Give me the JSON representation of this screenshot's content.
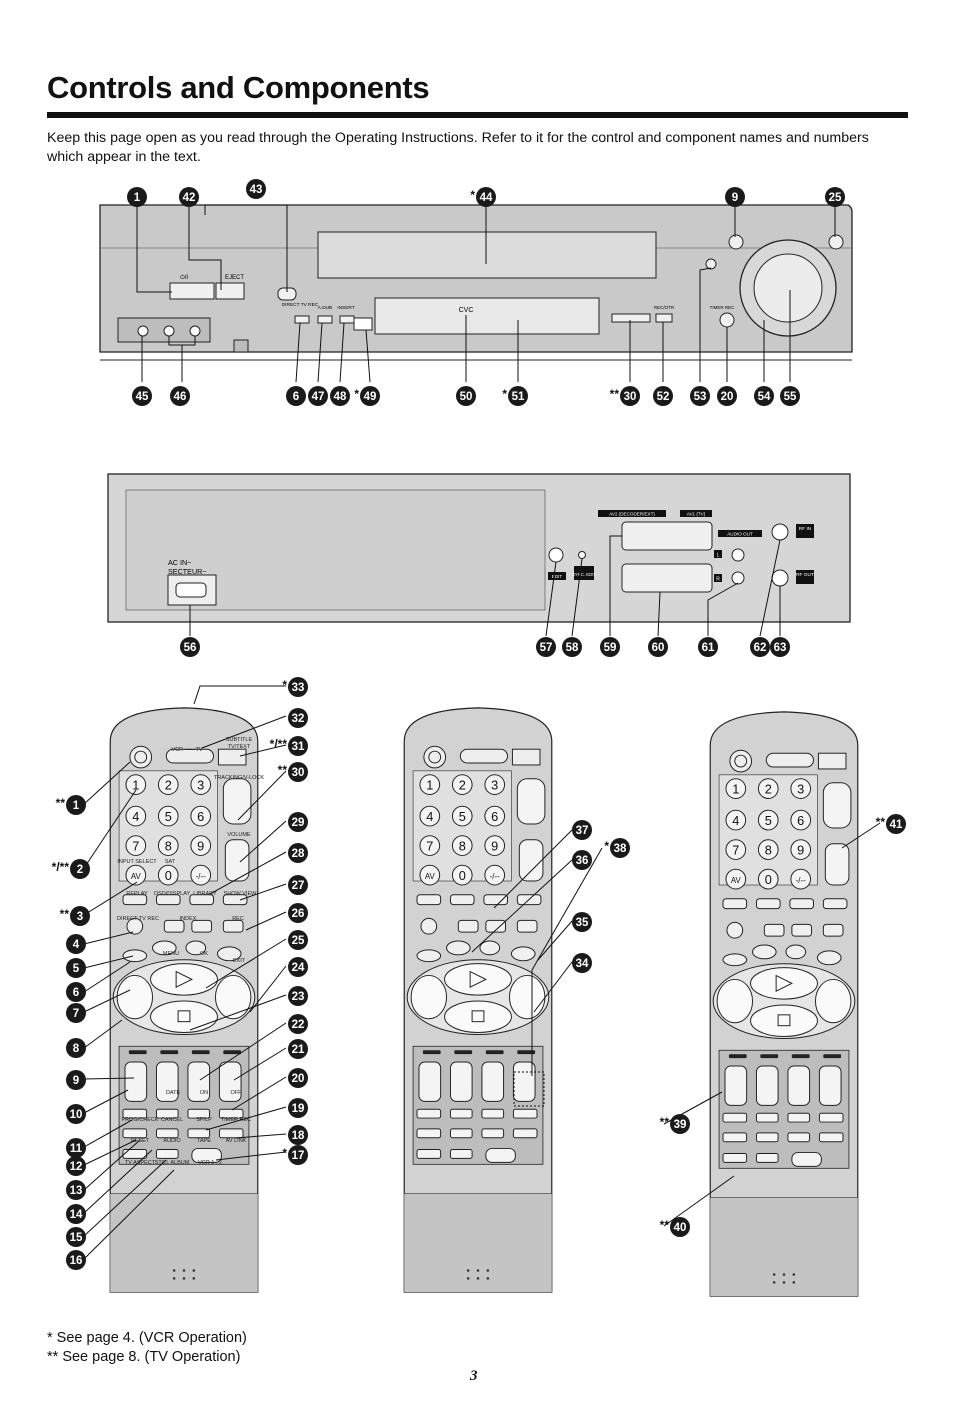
{
  "title": "Controls and Components",
  "intro": "Keep this page open as you read through the Operating Instructions. Refer to it for the control and component names and numbers which appear in the text.",
  "vcr_front": {
    "labels": {
      "eject": "EJECT",
      "direct_tv_rec": "DIRECT TV REC",
      "a_dub": "A.DUB",
      "insert": "INSERT",
      "cvc": "CVC",
      "rec_otr": "REC/OTR",
      "timer_rec": "TIMER REC"
    },
    "callouts": [
      {
        "n": "1",
        "mark": ""
      },
      {
        "n": "42",
        "mark": ""
      },
      {
        "n": "43",
        "mark": ""
      },
      {
        "n": "44",
        "mark": "*"
      },
      {
        "n": "9",
        "mark": ""
      },
      {
        "n": "25",
        "mark": ""
      },
      {
        "n": "45",
        "mark": ""
      },
      {
        "n": "46",
        "mark": ""
      },
      {
        "n": "6",
        "mark": ""
      },
      {
        "n": "47",
        "mark": ""
      },
      {
        "n": "48",
        "mark": ""
      },
      {
        "n": "49",
        "mark": "*"
      },
      {
        "n": "50",
        "mark": ""
      },
      {
        "n": "51",
        "mark": "*"
      },
      {
        "n": "30",
        "mark": "**"
      },
      {
        "n": "52",
        "mark": ""
      },
      {
        "n": "53",
        "mark": ""
      },
      {
        "n": "20",
        "mark": ""
      },
      {
        "n": "54",
        "mark": ""
      },
      {
        "n": "55",
        "mark": ""
      }
    ]
  },
  "vcr_rear": {
    "labels": {
      "ac_in": "AC IN~",
      "secteur": "SECTEUR~",
      "av2": "AV2 (DECODER/EXT)",
      "av1": "AV1 (TV)",
      "audio_out": "AUDIO  OUT",
      "rf_in": "RF IN",
      "rf_out": "RF OUT",
      "edit": "EDIT",
      "sync_edit": "SYNC. EDIT",
      "l": "L",
      "r": "R"
    },
    "callouts": [
      {
        "n": "56"
      },
      {
        "n": "57"
      },
      {
        "n": "58"
      },
      {
        "n": "59"
      },
      {
        "n": "60"
      },
      {
        "n": "61"
      },
      {
        "n": "62"
      },
      {
        "n": "63"
      }
    ]
  },
  "remote": {
    "labels": {
      "vcr_tv": "VCR ——TV",
      "subtitle": "SUBTITLE",
      "tv_text": "TV/TEXT",
      "tracking": "TRACKING/V-LOCK",
      "volume": "VOLUME",
      "input_select": "INPUT SELECT",
      "sat": "SAT",
      "av": "AV",
      "zero": "0",
      "dash": "-/--",
      "replay": "REPLAY",
      "osd": "OSD/DISPLAY",
      "library": "LIBRARY",
      "show_view": "SHOW VIEW",
      "direct_tv_rec": "DIRECT TV REC",
      "index": "INDEX",
      "rec": "REC",
      "menu": "MENU",
      "ok": "OK",
      "exit": "EXIT",
      "date": "DATE",
      "on": "ON",
      "off": "OFF",
      "prog_check": "PROG/CHECK",
      "cancel": "CANCEL",
      "sp_lp": "SP/LP",
      "timer_rec": "TIMER REC",
      "reset": "RESET",
      "audio": "AUDIO",
      "tape": "TAPE",
      "av_link": "AV LINK",
      "tv_aspect": "TV ASPECT",
      "still_album": "STILL ALBUM",
      "vcr12": "VCR 1 , 2",
      "digits": [
        "1",
        "2",
        "3",
        "4",
        "5",
        "6",
        "7",
        "8",
        "9"
      ]
    },
    "callouts_left": [
      {
        "n": "1",
        "mark": "**"
      },
      {
        "n": "2",
        "mark": "*/**"
      },
      {
        "n": "3",
        "mark": "**"
      },
      {
        "n": "4",
        "mark": ""
      },
      {
        "n": "5",
        "mark": ""
      },
      {
        "n": "6",
        "mark": ""
      },
      {
        "n": "7",
        "mark": ""
      },
      {
        "n": "8",
        "mark": ""
      },
      {
        "n": "9",
        "mark": ""
      },
      {
        "n": "10",
        "mark": ""
      },
      {
        "n": "11",
        "mark": ""
      },
      {
        "n": "12",
        "mark": ""
      },
      {
        "n": "13",
        "mark": ""
      },
      {
        "n": "14",
        "mark": ""
      },
      {
        "n": "15",
        "mark": ""
      },
      {
        "n": "16",
        "mark": ""
      }
    ],
    "callouts_right": [
      {
        "n": "33",
        "mark": "*"
      },
      {
        "n": "32",
        "mark": ""
      },
      {
        "n": "31",
        "mark": "*/**"
      },
      {
        "n": "30",
        "mark": "**"
      },
      {
        "n": "29",
        "mark": ""
      },
      {
        "n": "28",
        "mark": ""
      },
      {
        "n": "27",
        "mark": ""
      },
      {
        "n": "26",
        "mark": ""
      },
      {
        "n": "25",
        "mark": ""
      },
      {
        "n": "24",
        "mark": ""
      },
      {
        "n": "23",
        "mark": ""
      },
      {
        "n": "22",
        "mark": ""
      },
      {
        "n": "21",
        "mark": ""
      },
      {
        "n": "20",
        "mark": ""
      },
      {
        "n": "19",
        "mark": ""
      },
      {
        "n": "18",
        "mark": ""
      },
      {
        "n": "17",
        "mark": "*"
      }
    ],
    "callouts_middle": [
      {
        "n": "37",
        "mark": ""
      },
      {
        "n": "36",
        "mark": ""
      },
      {
        "n": "38",
        "mark": "*"
      },
      {
        "n": "35",
        "mark": ""
      },
      {
        "n": "34",
        "mark": ""
      }
    ],
    "callouts_third": [
      {
        "n": "41",
        "mark": "**"
      },
      {
        "n": "39",
        "mark": "**"
      },
      {
        "n": "40",
        "mark": "**"
      }
    ]
  },
  "footnotes": [
    "*  See page 4. (VCR Operation)",
    "** See page 8. (TV Operation)"
  ],
  "page_number": "3"
}
